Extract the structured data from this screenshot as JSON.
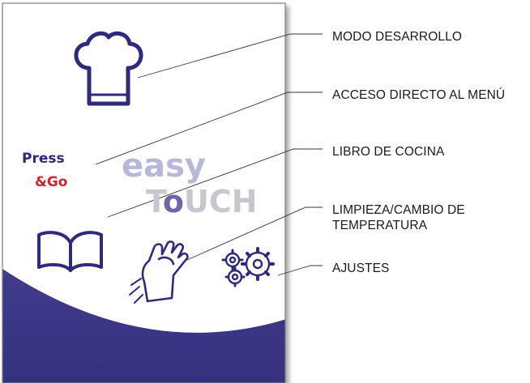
{
  "labels": {
    "chef_mode": "MODO DESARROLLO",
    "direct_access": "ACCESO DIRECTO AL MENÚ",
    "cookbook": "LIBRO DE COCINA",
    "cleaning_line1": "LIMPIEZA/CAMBIO DE",
    "cleaning_line2": "TEMPERATURA",
    "settings": "AJUSTES"
  },
  "logos": {
    "press_go_top": "Press",
    "press_go_bottom": "&Go",
    "easy_touch_top": "easy",
    "easy_touch_bottom_1": "T",
    "easy_touch_bottom_2": "o",
    "easy_touch_bottom_3": "UCH"
  },
  "colors": {
    "icon_navy": "#2e2a7e",
    "band_navy": "#3b3785",
    "press_navy": "#2b2a7a",
    "go_red": "#d0232a",
    "easy_grey": "#b9b7d8",
    "ouch_grey": "#c7c7cf",
    "o_navy": "#6a68a8"
  },
  "icons": [
    "chef-hat-icon",
    "book-icon",
    "cleaning-hand-icon",
    "gears-icon"
  ]
}
